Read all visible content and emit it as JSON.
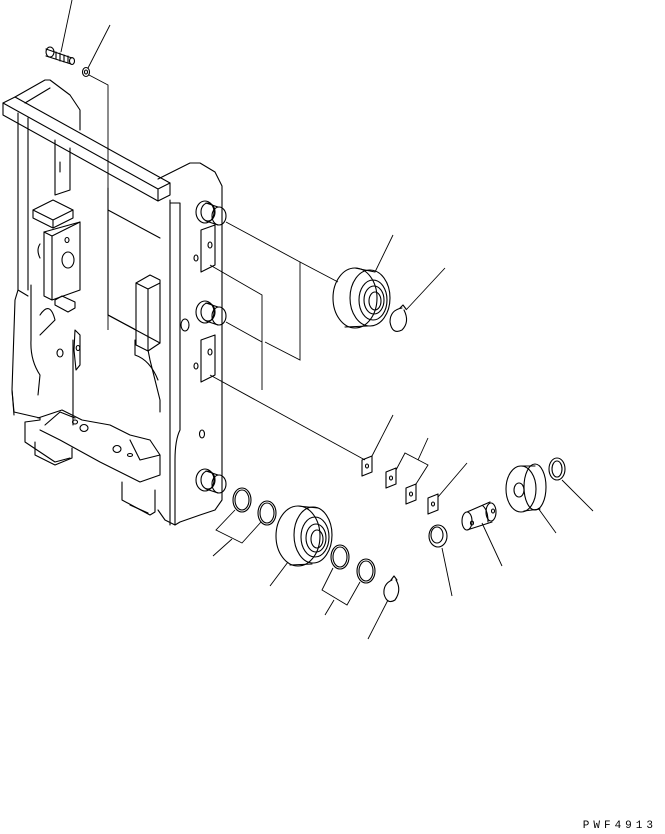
{
  "diagram": {
    "type": "exploded parts view",
    "subject": "carriage frame with load rollers, side rollers, shims and snap rings",
    "drawing_code": "PWF4913",
    "colors": {
      "line": "#000000",
      "background": "#ffffff"
    },
    "parts": [
      {
        "id": "bolt",
        "label": "bolt"
      },
      {
        "id": "washer",
        "label": "washer"
      },
      {
        "id": "carriage-frame",
        "label": "carriage frame"
      },
      {
        "id": "upper-roller",
        "label": "load roller (upper)"
      },
      {
        "id": "upper-snap-ring",
        "label": "snap ring (upper)"
      },
      {
        "id": "shim-1",
        "label": "shim"
      },
      {
        "id": "shim-2",
        "label": "shim pair"
      },
      {
        "id": "shim-3",
        "label": "shim"
      },
      {
        "id": "side-roller",
        "label": "side roller"
      },
      {
        "id": "side-roller-seal",
        "label": "seal"
      },
      {
        "id": "side-roller-pin",
        "label": "pin"
      },
      {
        "id": "side-roller-washer",
        "label": "washer"
      },
      {
        "id": "lower-shims-1",
        "label": "shims (inner)"
      },
      {
        "id": "lower-roller",
        "label": "load roller (lower)"
      },
      {
        "id": "lower-shims-2",
        "label": "shims (outer)"
      },
      {
        "id": "lower-snap-ring",
        "label": "snap ring (lower)"
      }
    ]
  }
}
